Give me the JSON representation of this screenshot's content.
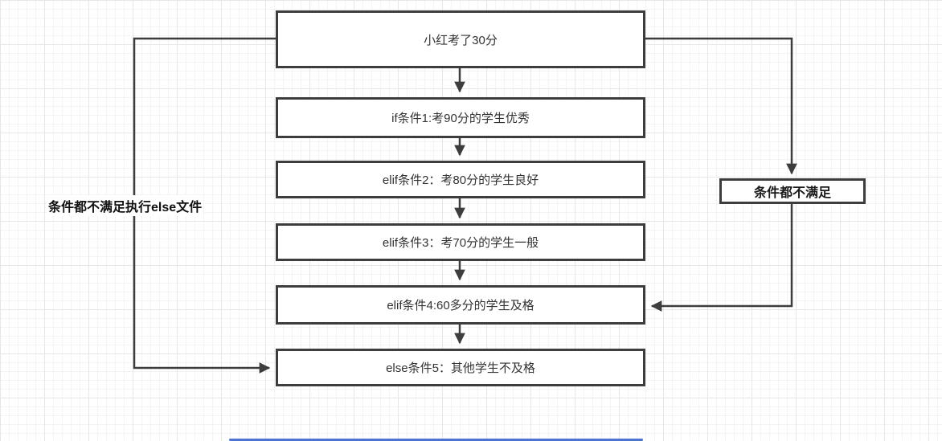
{
  "canvas": {
    "background": "#ffffff",
    "grid_minor_color": "#f4f4f6",
    "grid_major_color": "#e7e7ea",
    "stroke_color": "#3d3d3d"
  },
  "flowchart": {
    "nodes": [
      {
        "id": "start",
        "label": "小红考了30分"
      },
      {
        "id": "if1",
        "label": "if条件1:考90分的学生优秀"
      },
      {
        "id": "elif2",
        "label": "elif条件2：考80分的学生良好"
      },
      {
        "id": "elif3",
        "label": "elif条件3：考70分的学生一般"
      },
      {
        "id": "elif4",
        "label": "elif条件4:60多分的学生及格"
      },
      {
        "id": "else5",
        "label": "else条件5：其他学生不及格"
      },
      {
        "id": "nomatch",
        "label": "条件都不满足"
      }
    ],
    "edge_label": "条件都不满足执行else文件"
  },
  "scrollbar": {
    "color": "#4d74d2"
  }
}
